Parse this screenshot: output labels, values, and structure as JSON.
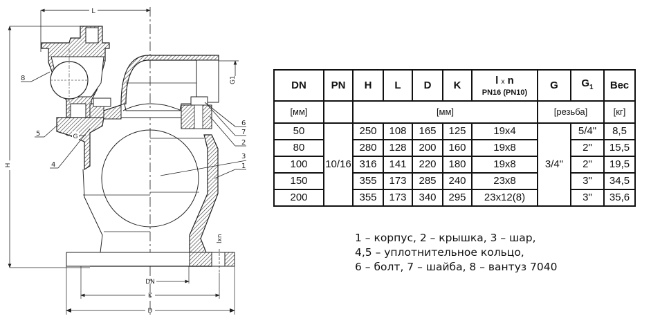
{
  "drawing": {
    "title": "Вантуз (воздушный клапан) — разрез",
    "dimension_labels": {
      "L": "L",
      "H": "H",
      "G": "G",
      "G1": "G1",
      "DN": "DN",
      "K": "K",
      "D": "D",
      "lxn": "lxn"
    },
    "callouts": [
      "1",
      "2",
      "3",
      "4",
      "5",
      "6",
      "7",
      "8"
    ]
  },
  "table": {
    "headers": {
      "dn": "DN",
      "pn": "PN",
      "h": "H",
      "l": "L",
      "d": "D",
      "k": "K",
      "lxn_l": "l",
      "lxn_x": "x",
      "lxn_n": "n",
      "lxn_sub": "PN16 (PN10)",
      "g": "G",
      "g1": "G",
      "g1_sub": "1",
      "weight": "Вес"
    },
    "units": {
      "dn": "[мм]",
      "dims": "[мм]",
      "thread": "[резьба]",
      "weight": "[кг]"
    },
    "pn_value": "10/16",
    "g_value": "3/4\"",
    "rows": [
      {
        "dn": "50",
        "h": "250",
        "l": "108",
        "d": "165",
        "k": "125",
        "lxn": "19x4",
        "g1": "5/4\"",
        "weight": "8,5"
      },
      {
        "dn": "80",
        "h": "280",
        "l": "128",
        "d": "200",
        "k": "160",
        "lxn": "19x8",
        "g1": "2\"",
        "weight": "15,5"
      },
      {
        "dn": "100",
        "h": "316",
        "l": "141",
        "d": "220",
        "k": "180",
        "lxn": "19x8",
        "g1": "2\"",
        "weight": "19,5"
      },
      {
        "dn": "150",
        "h": "355",
        "l": "173",
        "d": "285",
        "k": "240",
        "lxn": "23x8",
        "g1": "3\"",
        "weight": "34,5"
      },
      {
        "dn": "200",
        "h": "355",
        "l": "173",
        "d": "340",
        "k": "295",
        "lxn": "23x12(8)",
        "g1": "3\"",
        "weight": "35,6"
      }
    ]
  },
  "legend": {
    "lines": [
      "1 – корпус, 2 – крышка, 3 – шар,",
      "4,5 – уплотнительное кольцо,",
      "6 – болт, 7 – шайба, 8 – вантуз 7040"
    ]
  }
}
